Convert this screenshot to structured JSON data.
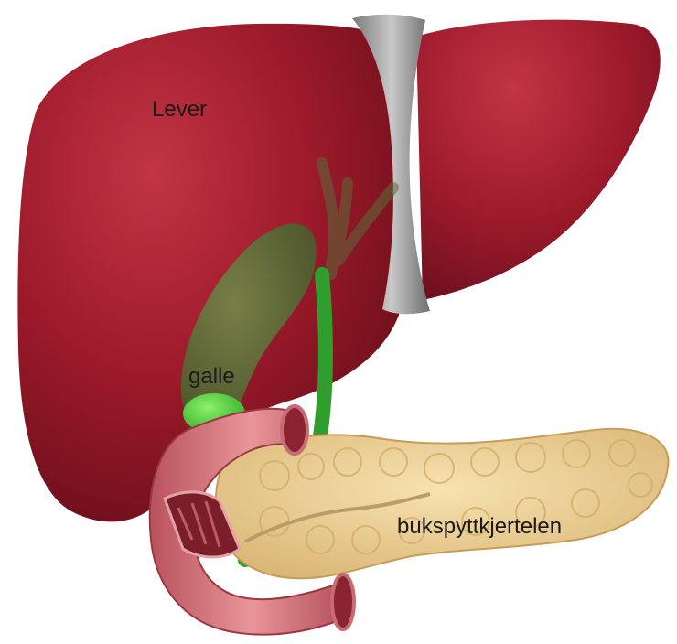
{
  "labels": {
    "liver": "Lever",
    "gallbladder": "galle",
    "pancreas": "bukspyttkjertelen"
  },
  "colors": {
    "liver": "#9c1a2a",
    "liver_dark": "#6e0f1b",
    "ligament": "#a0a0a0",
    "gallbladder": "#4f7a3a",
    "bile_duct": "#3aa83a",
    "pancreas": "#f0d49a",
    "duodenum": "#d9787e"
  }
}
